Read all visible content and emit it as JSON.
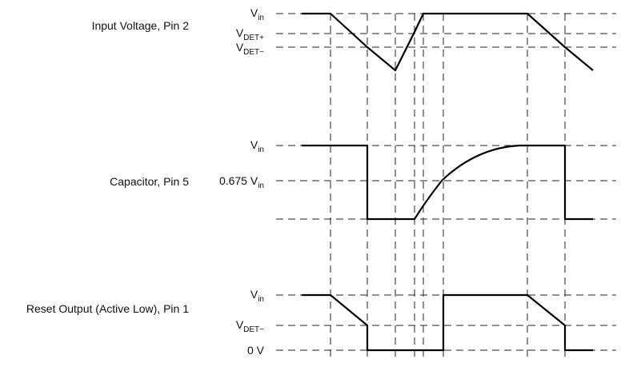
{
  "signals": [
    {
      "label": "Input Voltage, Pin 2",
      "levels": [
        {
          "main": "V",
          "sub": "in"
        },
        {
          "main": "V",
          "sub": "DET+"
        },
        {
          "main": "V",
          "sub": "DET−"
        }
      ]
    },
    {
      "label": "Capacitor, Pin 5",
      "levels": [
        {
          "main": "V",
          "sub": "in"
        },
        {
          "main": "0.675 V",
          "sub": "in"
        },
        {
          "main": "",
          "sub": ""
        }
      ]
    },
    {
      "label": "Reset Output (Active Low), Pin 1",
      "levels": [
        {
          "main": "V",
          "sub": "in"
        },
        {
          "main": "V",
          "sub": "DET−"
        },
        {
          "main": "0 V",
          "sub": ""
        }
      ]
    }
  ]
}
